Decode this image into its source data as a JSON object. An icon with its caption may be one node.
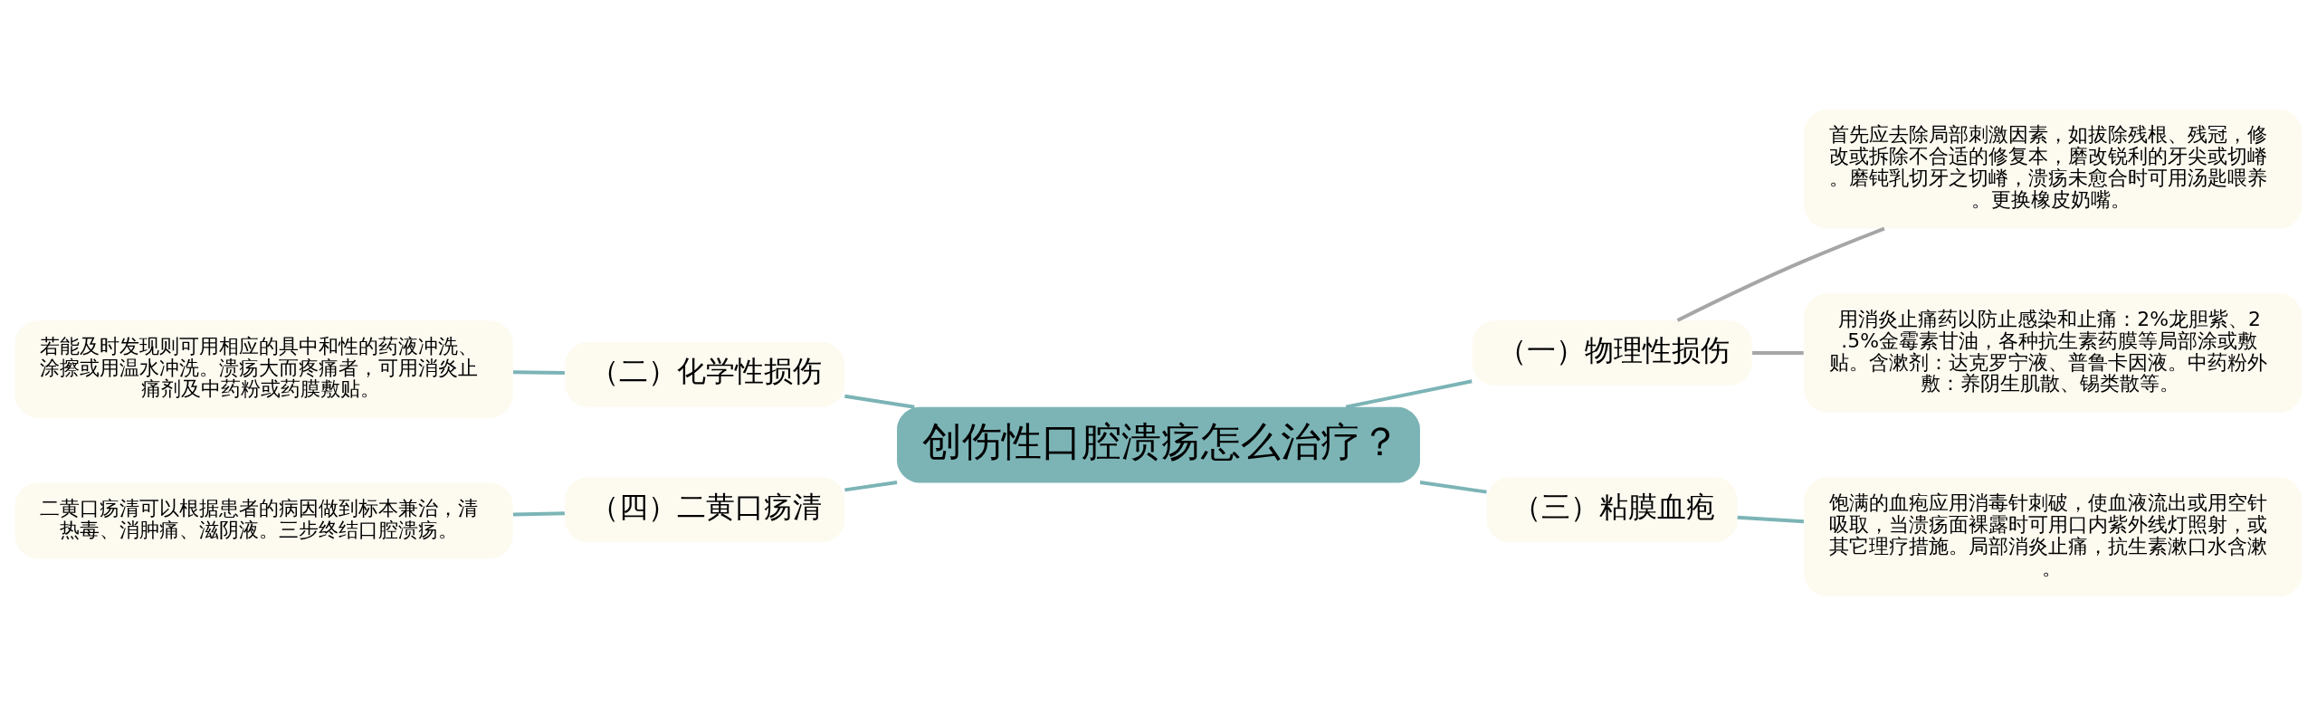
{
  "diagram": {
    "nodes": [
      {
        "text": [
          "创伤性口腔溃疡怎么治疗？"
        ]
      },
      {
        "text": [
          "（一）物理性损伤"
        ]
      },
      {
        "text": [
          "首先应去除局部刺激因素，如拔除残根、残冠，修改或拆除不合适的修复本，磨改锐利的牙尖或切嵴。磨钝乳切牙之切嵴，溃疡未愈合时可用汤匙喂养。更换橡皮奶嘴。"
        ]
      },
      {
        "text": [
          "用消炎止痛药以防止感染和止痛：2%龙胆紫、2.5%金霉素甘油，各种抗生素药膜等局部涂或敷贴。含漱剂：达克罗宁液、普鲁卡因液。中药粉外敷：养阴生肌散、锡类散等。"
        ]
      },
      {
        "text": [
          "（三）粘膜血疱"
        ]
      },
      {
        "text": [
          "饱满的血疱应用消毒针刺破，使血液流出或用空针吸取，当溃疡面裸露时可用口内紫外线灯照射，或其它理疗措施。局部消炎止痛，抗生素漱口水含漱。"
        ]
      },
      {
        "text": [
          "（二）化学性损伤"
        ]
      },
      {
        "text": [
          "若能及时发现则可用相应的具中和性的药液冲洗、涂擦或用温水冲洗。溃疡大而疼痛者，可用消炎止痛剂及中药粉或药膜敷贴。"
        ]
      },
      {
        "text": [
          "（四）二黄口疡清"
        ]
      },
      {
        "text": [
          "二黄口疡清可以根据患者的病因做到标本兼治，清热毒、消肿痛、滋阴液。三步终结口腔溃疡。"
        ]
      }
    ],
    "edges": [
      {
        "from": 0,
        "to": 1,
        "arrow": "none"
      },
      {
        "from": 1,
        "to": 2,
        "arrow": "none",
        "color": "#a6a6a6"
      },
      {
        "from": 1,
        "to": 3,
        "arrow": "none",
        "color": "#a6a6a6"
      },
      {
        "from": 0,
        "to": 4,
        "arrow": "none"
      },
      {
        "from": 4,
        "to": 5,
        "arrow": "none"
      },
      {
        "from": 7,
        "to": 6,
        "arrow": "none"
      },
      {
        "from": 6,
        "to": 0,
        "arrow": "none"
      },
      {
        "from": 9,
        "to": 8,
        "arrow": "none"
      },
      {
        "from": 8,
        "to": 0,
        "arrow": "none"
      }
    ]
  }
}
